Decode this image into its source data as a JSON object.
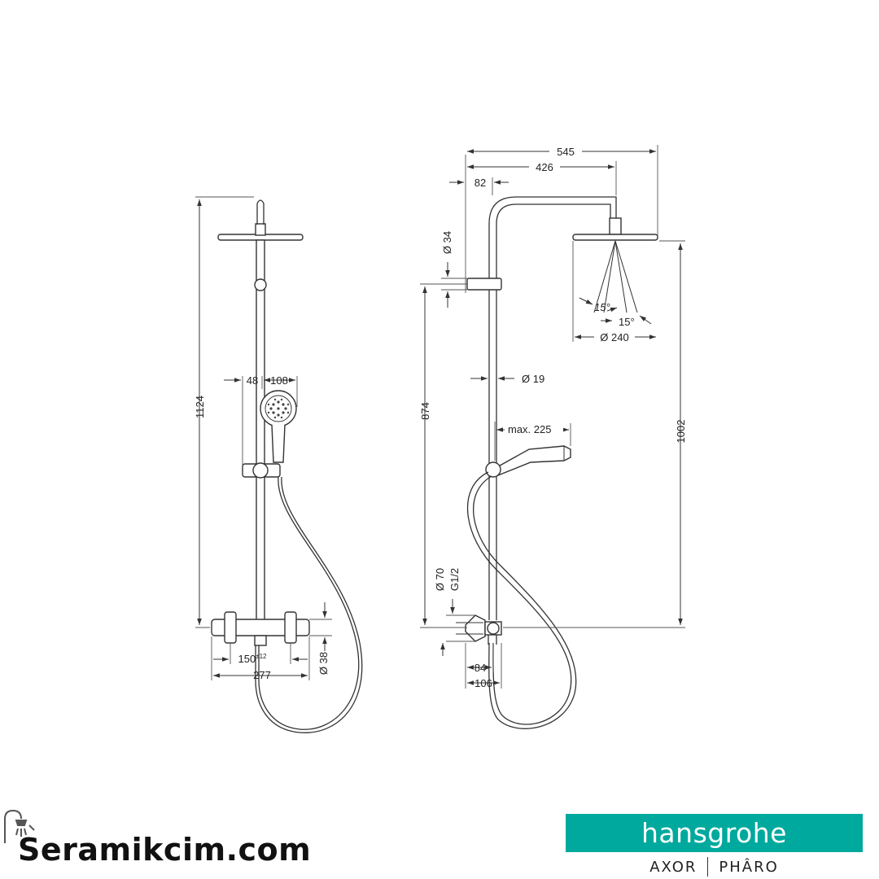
{
  "front_view": {
    "dims": {
      "height_total": "1124",
      "hand_offset": "48",
      "hand_width": "108",
      "center_distance": "150",
      "center_tolerance": "±12",
      "body_width": "277",
      "body_diameter": "Ø 38"
    }
  },
  "side_view": {
    "dims": {
      "overall_reach": "545",
      "arm_reach": "426",
      "wall_offset": "82",
      "bracket_diameter": "Ø 34",
      "bracket_height": "874",
      "pipe_diameter": "Ø 19",
      "hand_reach": "max. 225",
      "spray_angle_left": "15°",
      "spray_angle_right": "15°",
      "head_diameter": "Ø 240",
      "head_height": "1002",
      "connector_diameter": "Ø 70",
      "thread": "G1/2",
      "projection_short": "84",
      "projection_long": "106"
    }
  },
  "footer": {
    "site_name": "Seramikcim.com",
    "brand": "hansgrohe",
    "sub_brand_1": "AXOR",
    "sub_brand_2": "PHÂRO"
  },
  "colors": {
    "brand_teal": "#00a99d",
    "line": "#333333"
  }
}
